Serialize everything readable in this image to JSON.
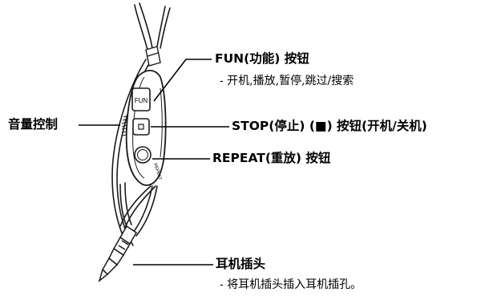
{
  "labels": {
    "fun_button": "FUN(功能) 按钮",
    "fun_desc": "- 开机,播放,暂停,跳过/搜索",
    "volume": "音量控制",
    "stop_button": "STOP(停止) (■) 按钮(开机/关机)",
    "repeat_button": "REPEAT(重放) 按钮",
    "jack": "耳机插头",
    "jack_desc": "- 将耳机插头插入耳机插孔。"
  },
  "device": {
    "fun_key": "FUN",
    "repeat_text": "REPEAT"
  },
  "colors": {
    "line": "#000000",
    "device_fill": "#ffffff",
    "device_stroke": "#1a1a1a"
  }
}
